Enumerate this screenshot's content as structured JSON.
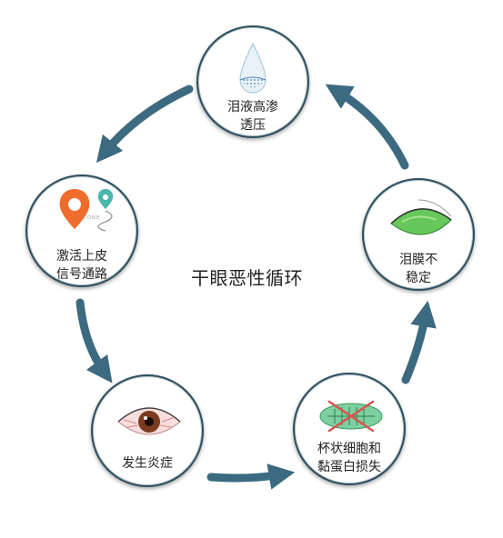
{
  "center_title": "干眼恶性循环",
  "nodes": {
    "tear_osmolarity": {
      "line1": "泪液高渗",
      "line2": "透压"
    },
    "inflammation_signal": {
      "line1": "激活上皮",
      "line2": "信号通路",
      "logo_text": "DONE"
    },
    "inflammation": {
      "line1": "发生炎症"
    },
    "goblet_cell_loss": {
      "line1": "杯状细胞和",
      "line2": "黏蛋白损失"
    },
    "tear_film": {
      "line1": "泪膜不",
      "line2": "稳定"
    }
  },
  "colors": {
    "arrow": "#3c6a80",
    "ring": "#2c4f5e",
    "drop": "#9fc3d8",
    "pin_orange": "#f06c2d",
    "pin_teal": "#4db6ac",
    "iris": "#7a3b1f",
    "cell_green": "#5cbf7a",
    "cross_red": "#d9534f",
    "leaf_green": "#4caf50"
  }
}
